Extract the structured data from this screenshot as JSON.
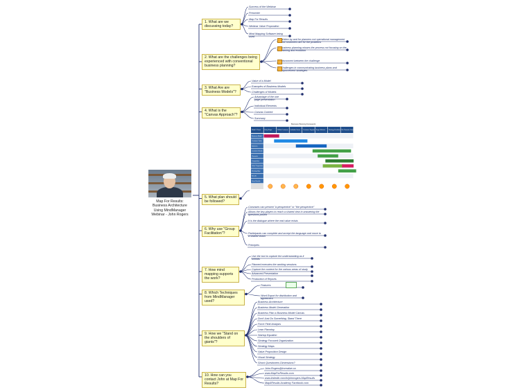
{
  "central": {
    "caption": "Map For Results:\nBusiness Architecture\nUsing MindManager\nWebinar - John Rogers"
  },
  "topics": [
    {
      "id": "t1",
      "label": "1. What are we discussing today?",
      "subs": [
        "Success of the Webinar",
        "Presenter",
        "Map For Results",
        "Webinar Value Proposition",
        "Mind Mapping Software being used"
      ]
    },
    {
      "id": "t2",
      "label": "2. What are the challenges being experienced with conventional business planning?",
      "subs": [
        "Written by and for planners not operational management and customers are for the problems",
        "Business planning misses the process not focusing on the learning and evolution",
        "Disconnect between the challenge",
        "Challenges in communicating business plans and improvement strategies"
      ]
    },
    {
      "id": "t3",
      "label": "3. What Are are \"Business Models\"?",
      "subs": [
        "Value of a Model",
        "Examples of Business Models",
        "Challenges of Models"
      ]
    },
    {
      "id": "t4",
      "label": "4. What is the \"Canvas Approach\"?",
      "subs": [
        "Advantage of the one page presentation",
        "Individual Elements",
        "Canvas Content",
        "Summary"
      ]
    },
    {
      "id": "t5",
      "label": "5. What plan should be followed?",
      "subs": []
    },
    {
      "id": "t6",
      "label": "6. Why use \"Group Facilitation\"?",
      "subs": [
        "Canvases can present \"a perspective\" or \"the perspective\"",
        "Allows the key players to reach a shared view in answering the questions posed",
        "It is the dialogue where the real value exists",
        "Participants can complete and accept the language and move to a shared vision",
        "Principles"
      ]
    },
    {
      "id": "t7",
      "label": "7. How mind mapping supports the work?",
      "subs": [
        "Use the tool to capture the understanding as it unfolds",
        "Planned executes the working sessions",
        "Capture the content for the various areas of study",
        "Advanced Presentation",
        "Production of Reports"
      ]
    },
    {
      "id": "t8",
      "label": "8. Which Techniques from MindManager used?",
      "subs": [
        "Features",
        "Word Export for distribution and agreement"
      ]
    },
    {
      "id": "t9",
      "label": "9. How we \"Stand on the shoulders of giants\"?",
      "subs": [
        "Business Architecture",
        "Business Model Generation",
        "Business Plan a Business Model Canvas",
        "Don't Just Do Something, Stand There",
        "Force Field Analysis",
        "Lean Planning",
        "Startup Equation",
        "Strategy Focused Organization",
        "Strategy Maps",
        "Value Proposition Design",
        "Visual Strategy",
        "Shock Questioners Dimensions?"
      ]
    },
    {
      "id": "t10",
      "label": "10. How can you contact John at Map For Results?",
      "subs": [
        "John.Rogers@lrcreative.ca",
        "www.MapForResults.com",
        "www.linkedin.com/in/johnrogers.MapResults",
        "Map4Results Academy Facebook.com"
      ]
    }
  ],
  "chart_data": {
    "type": "table",
    "title": "Business Planning Framework",
    "columns": [
      "Model / Phase",
      "Early Stage",
      "Skilled Customer",
      "Individual Learn",
      "Customer Segment",
      "Target Markets",
      "Strategy Evolution",
      "Re-Thematic Growth Plan"
    ],
    "rows": [
      "Business Model",
      "Customer Value",
      "Solutions",
      "Customer Needs",
      "Channels",
      "Competition",
      "Value Proposition",
      "Strategy Map",
      "Results",
      "Drive Results"
    ]
  },
  "colors": {
    "topic_fill": "#ffffcc",
    "topic_border": "#c9b24a",
    "line": "#1f2e6e",
    "node": "#1f2e6e",
    "note": "#f4b23a"
  }
}
